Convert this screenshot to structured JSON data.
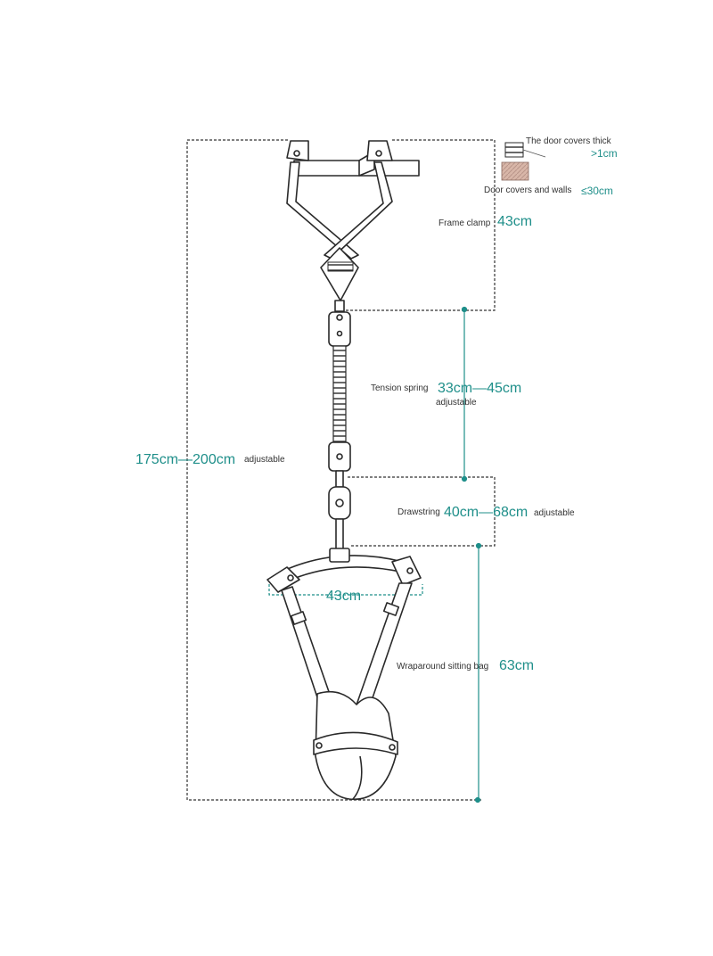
{
  "colors": {
    "accent": "#1f8f8a",
    "line": "#2a2a2a",
    "text": "#333333",
    "fabric": "#f4f4f4",
    "wall_sample": "#d8b6a8"
  },
  "door_thickness": {
    "label": "The door covers thick",
    "value": ">1cm"
  },
  "door_wall_gap": {
    "label": "Door covers and walls",
    "value": "≤30cm"
  },
  "frame_clamp": {
    "label": "Frame clamp",
    "value": "43cm"
  },
  "tension_spring": {
    "label": "Tension spring",
    "value": "33cm—45cm",
    "note": "adjustable"
  },
  "total_height": {
    "value": "175cm—200cm",
    "note": "adjustable"
  },
  "drawstring": {
    "label": "Drawstring",
    "value": "40cm—68cm",
    "note": "adjustable"
  },
  "seat_width": {
    "value": "43cm"
  },
  "sitting_bag": {
    "label": "Wraparound sitting bag",
    "value": "63cm"
  }
}
